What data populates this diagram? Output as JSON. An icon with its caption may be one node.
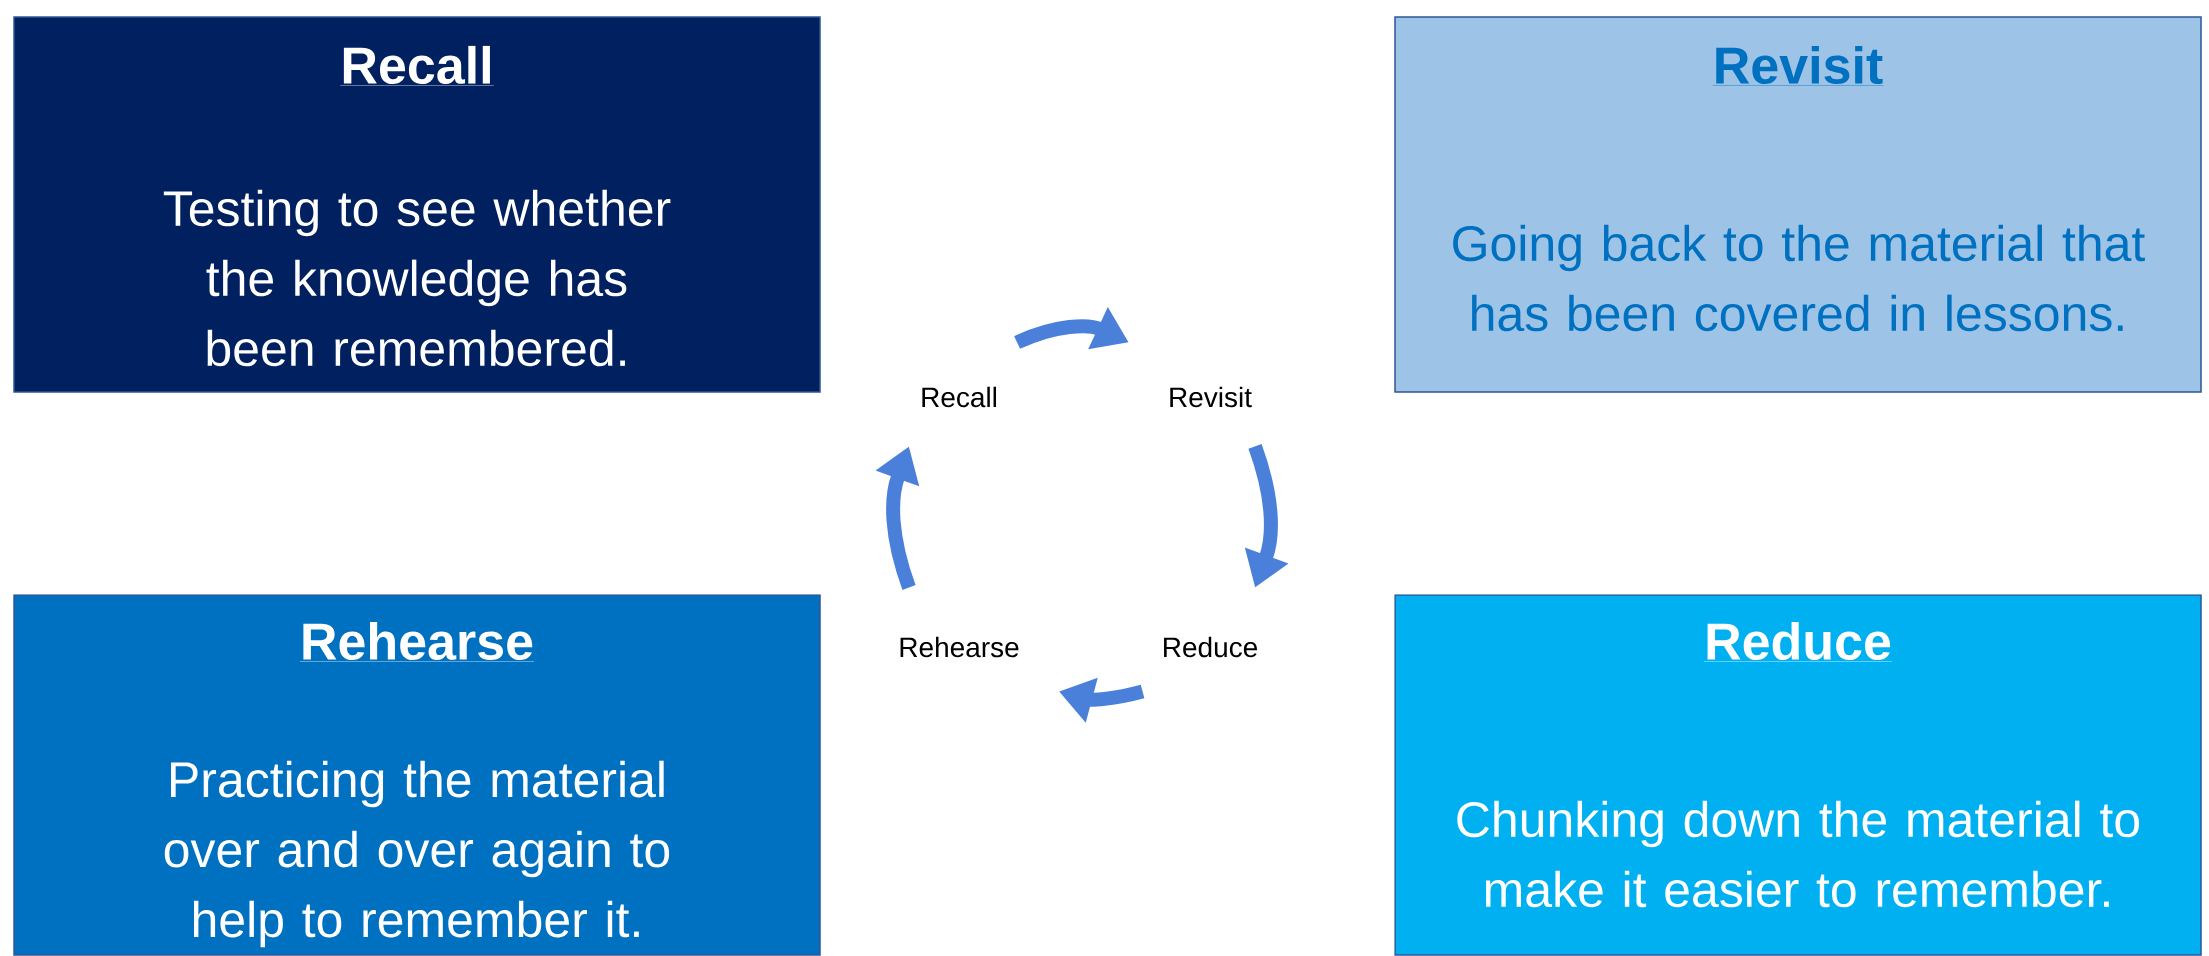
{
  "diagram": {
    "nodes": [
      {
        "text": [
          "Recall",
          "Testing to see whether the knowledge has been remembered."
        ]
      },
      {
        "text": [
          "Revisit",
          "Going back to the material that has been covered in lessons."
        ]
      },
      {
        "text": [
          "Recall"
        ]
      },
      {
        "text": [
          "Revisit"
        ]
      },
      {
        "text": [
          "Rehearse"
        ]
      },
      {
        "text": [
          "Reduce"
        ]
      },
      {
        "text": [
          "Rehearse",
          "Practicing the material over and over again to help to remember it."
        ]
      },
      {
        "text": [
          "Reduce",
          "Chunking down the material to make it easier to remember."
        ]
      }
    ],
    "edges": [
      {
        "from": 2,
        "to": 3,
        "arrow": "to"
      },
      {
        "from": 3,
        "to": 5,
        "arrow": "to"
      },
      {
        "from": 5,
        "to": 4,
        "arrow": "to"
      },
      {
        "from": 4,
        "to": 2,
        "arrow": "to"
      }
    ]
  }
}
